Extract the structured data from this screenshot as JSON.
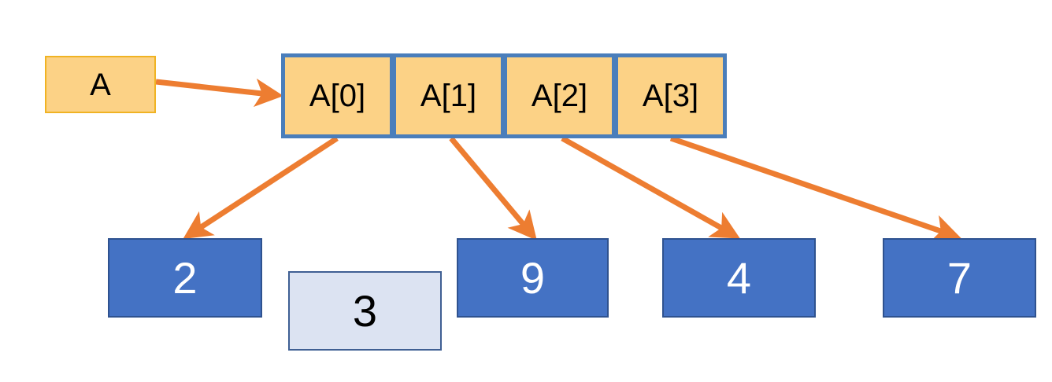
{
  "diagram": {
    "title": "Array of pointers / array indexing diagram",
    "pointer_variable": {
      "label": "A"
    },
    "array": {
      "cells": [
        {
          "label": "A[0]"
        },
        {
          "label": "A[1]"
        },
        {
          "label": "A[2]"
        },
        {
          "label": "A[3]"
        }
      ]
    },
    "values": [
      {
        "label": "2",
        "style": "filled"
      },
      {
        "label": "3",
        "style": "outline"
      },
      {
        "label": "9",
        "style": "filled"
      },
      {
        "label": "4",
        "style": "filled"
      },
      {
        "label": "7",
        "style": "filled"
      }
    ],
    "colors": {
      "array_fill": "#fcd286",
      "array_border": "#4a7ebb",
      "variable_fill": "#fcd286",
      "variable_border": "#f0b323",
      "value_fill": "#4472c4",
      "value_border": "#2f528f",
      "value_outline_fill": "#dce3f2",
      "value_outline_border": "#3f5f93",
      "arrow": "#ed7d31"
    },
    "arrows": [
      {
        "name": "variable-to-array",
        "from": "A",
        "to": "A[0]"
      },
      {
        "name": "cell0-to-value",
        "from": "A[0]",
        "to": "2"
      },
      {
        "name": "cell1-to-value",
        "from": "A[1]",
        "to": "9"
      },
      {
        "name": "cell2-to-value",
        "from": "A[2]",
        "to": "4"
      },
      {
        "name": "cell3-to-value",
        "from": "A[3]",
        "to": "7"
      }
    ]
  }
}
